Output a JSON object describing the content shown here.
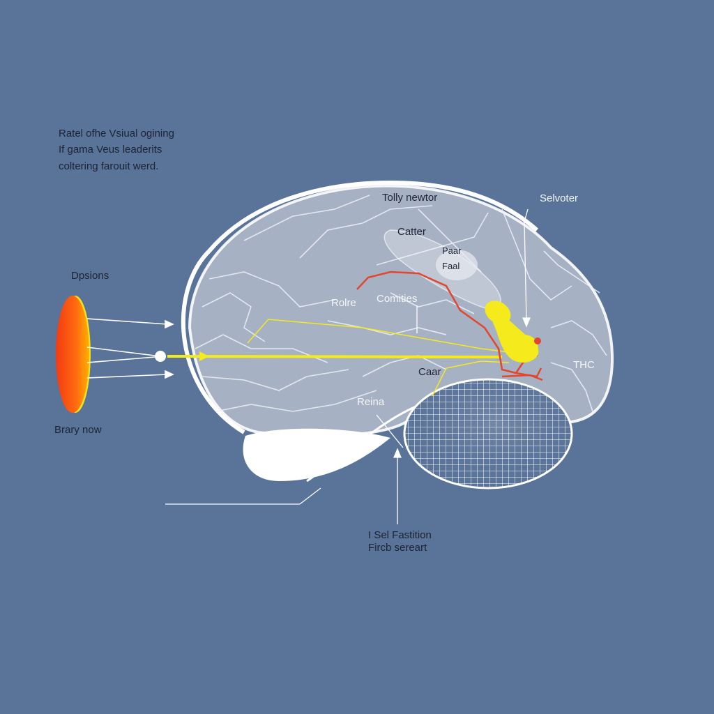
{
  "intro": {
    "line1": "Ratel ofhe Vsiual ogining",
    "line2": "If gama Veus leaderits",
    "line3": "coltering farouit werd."
  },
  "labels": {
    "dpsions": "Dpsions",
    "brary_now": "Brary now",
    "tolly_newtor": "Tolly newtor",
    "catter": "Catter",
    "paar": "Paar",
    "faal": "Faal",
    "rolre": "Rolre",
    "comities": "Comities",
    "selvoter": "Selvoter",
    "thc": "THC",
    "caar": "Caar",
    "reina": "Reina",
    "bottom_line1": "I Sel Fastition",
    "bottom_line2": "Fircb sereart"
  },
  "colors": {
    "background": "#5a7399",
    "brain_fill": "#a7b1c4",
    "outline": "#ffffff",
    "yellow_pathway": "#f4ea1c",
    "red_pathway": "#e2462c",
    "eye_red": "#f23b12"
  }
}
